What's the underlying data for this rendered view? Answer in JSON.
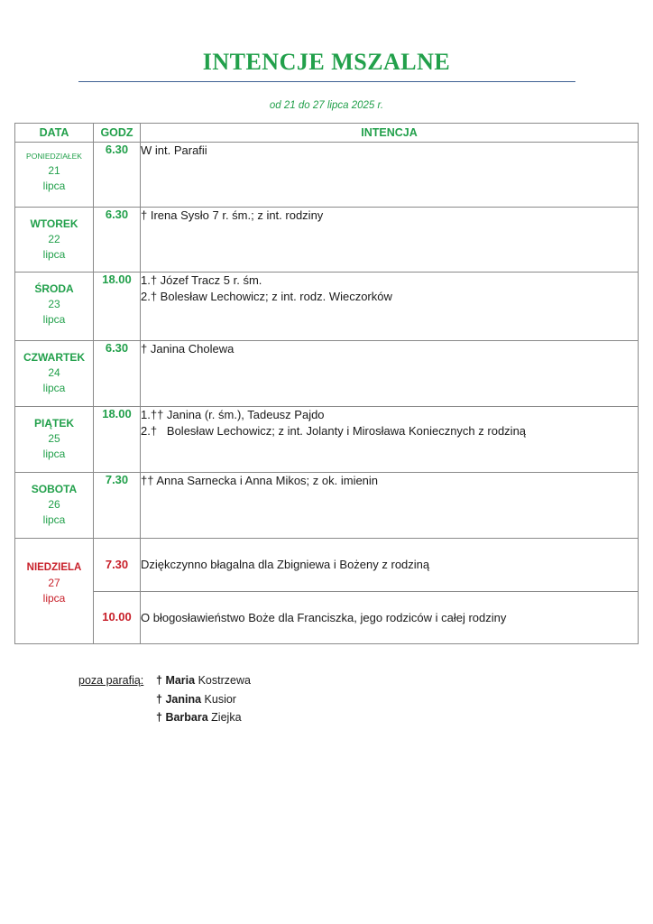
{
  "title": "INTENCJE MSZALNE",
  "subtitle": "od 21 do 27 lipca 2025 r.",
  "headers": {
    "date": "DATA",
    "hour": "GODZ",
    "intention": "INTENCJA"
  },
  "days": [
    {
      "name": "PONIEDZIAŁEK",
      "num": "21",
      "month": "lipca",
      "hour": "6.30",
      "lines": [
        "W int. Parafii"
      ]
    },
    {
      "name": "WTOREK",
      "num": "22",
      "month": "lipca",
      "hour": "6.30",
      "lines": [
        "† Irena Sysło 7 r. śm.; z int. rodziny"
      ]
    },
    {
      "name": "ŚRODA",
      "num": "23",
      "month": "lipca",
      "hour": "18.00",
      "lines": [
        "1.† Józef Tracz 5 r. śm.",
        "2.† Bolesław Lechowicz; z int. rodz. Wieczorków"
      ]
    },
    {
      "name": "CZWARTEK",
      "num": "24",
      "month": "lipca",
      "hour": "6.30",
      "lines": [
        "† Janina Cholewa"
      ]
    },
    {
      "name": "PIĄTEK",
      "num": "25",
      "month": "lipca",
      "hour": "18.00",
      "lines": [
        "1.†† Janina (r. śm.), Tadeusz Pajdo",
        "2.†   Bolesław Lechowicz; z int. Jolanty i Mirosława Koniecznych z rodziną"
      ]
    },
    {
      "name": "SOBOTA",
      "num": "26",
      "month": "lipca",
      "hour": "7.30",
      "lines": [
        "†† Anna Sarnecka i Anna Mikos; z ok. imienin"
      ]
    }
  ],
  "sunday": {
    "name": "NIEDZIELA",
    "num": "27",
    "month": "lipca",
    "masses": [
      {
        "hour": "7.30",
        "line": "Dziękczynno błagalna dla Zbigniewa i Bożeny z rodziną"
      },
      {
        "hour": "10.00",
        "line": "O błogosławieństwo Boże dla Franciszka, jego rodziców i całej rodziny"
      }
    ]
  },
  "outside": {
    "label": "poza parafią:",
    "entries": [
      {
        "cross": "†",
        "first": "Maria",
        "last": "Kostrzewa"
      },
      {
        "cross": "†",
        "first": "Janina",
        "last": "Kusior"
      },
      {
        "cross": "†",
        "first": "Barbara",
        "last": "Ziejka"
      }
    ]
  },
  "colors": {
    "green": "#22a04b",
    "red": "#c8202a",
    "rule": "#3d5f93",
    "border": "#8a8a8a"
  }
}
